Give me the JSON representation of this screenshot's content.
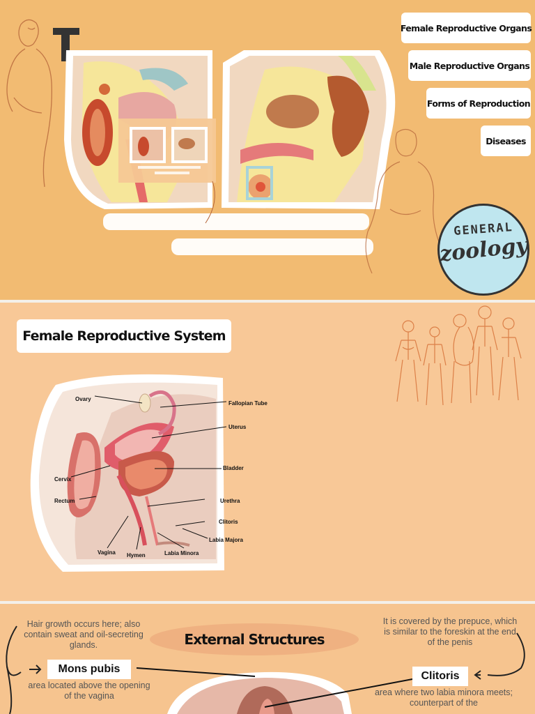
{
  "slide1": {
    "nav": [
      {
        "label": "Female Reproductive Organs"
      },
      {
        "label": "Male Reproductive Organs"
      },
      {
        "label": "Forms of Reproduction"
      },
      {
        "label": "Diseases"
      }
    ],
    "logo": {
      "line1": "GENERAL",
      "line2": "zoology"
    },
    "colors": {
      "background": "#f2bb72",
      "logo_bg": "#bfe6ef"
    }
  },
  "slide2": {
    "title": "Female Reproductive System",
    "diagram_labels": {
      "ovary": "Ovary",
      "fallopian_tube": "Fallopian Tube",
      "uterus": "Uterus",
      "bladder": "Bladder",
      "cervix": "Cervix",
      "rectum": "Rectum",
      "urethra": "Urethra",
      "clitoris": "Clitoris",
      "labia_majora": "Labia Majora",
      "vagina": "Vagina",
      "hymen": "Hymen",
      "labia_minora": "Labia Minora"
    },
    "colors": {
      "background": "#f8c897"
    }
  },
  "slide3": {
    "title": "External Structures",
    "left_note": "Hair growth occurs here; also contain sweat and oil-secreting glands.",
    "mons_label": "Mons pubis",
    "mons_desc": "area located above the opening of the vagina",
    "right_note": "It is covered by the prepuce, which is similar to the foreskin at the end of the penis",
    "clitoris_label": "Clitoris",
    "clitoris_desc": "area where two labia minora meets; counterpart of the"
  }
}
